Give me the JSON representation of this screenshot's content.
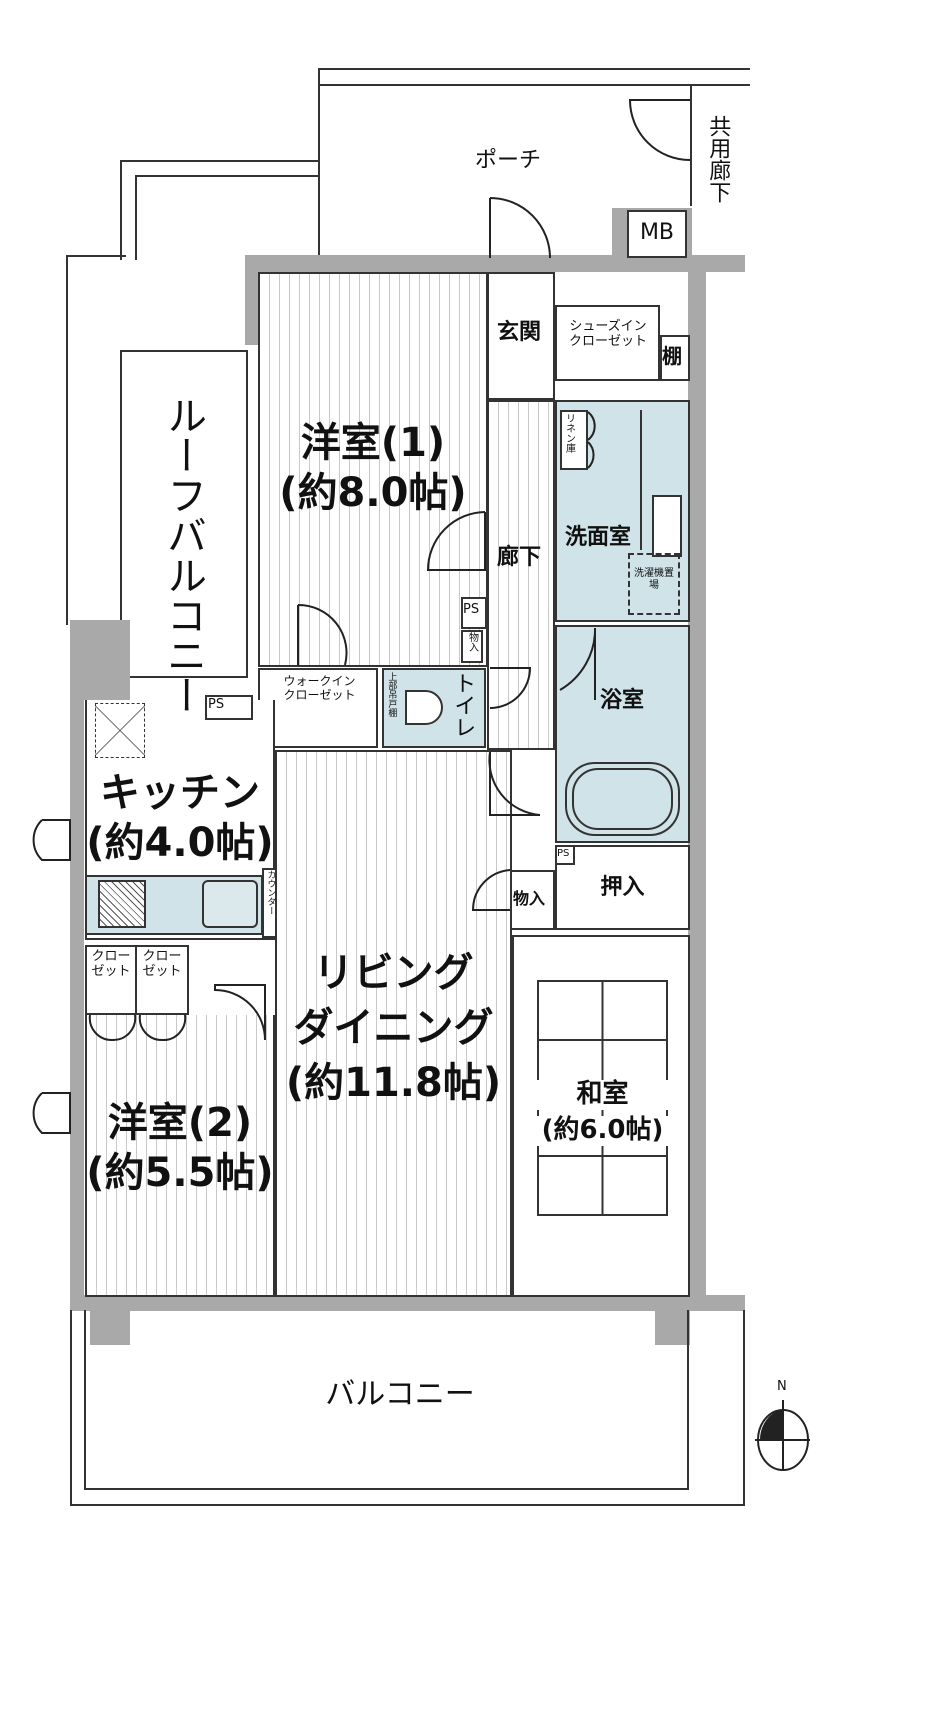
{
  "rooms": {
    "porch": "ポーチ",
    "common_corridor": "共用廊下",
    "mb": "MB",
    "entrance": "玄関",
    "shoe_closet": "シューズイン\nクローゼット",
    "shoe_closet_1": "シューズイン",
    "shoe_closet_2": "クローゼット",
    "shelf": "棚",
    "roof_balcony": "ルーフバルコニー",
    "western1_name": "洋室(1)",
    "western1_size": "(約8.0帖)",
    "corridor": "廊下",
    "linen": "リネン庫",
    "washroom": "洗面室",
    "washer": "洗濯機置場",
    "ps": "PS",
    "storage": "物入",
    "walkin_1": "ウォークイン",
    "walkin_2": "クローゼット",
    "toilet_shelf": "上部吊戸棚",
    "toilet": "トイレ",
    "bath": "浴室",
    "kitchen_name": "キッチン",
    "kitchen_size": "(約4.0帖)",
    "counter": "カウンター",
    "closet_1": "クロー",
    "closet_2": "ゼット",
    "oshiire": "押入",
    "living_1": "リビング",
    "living_2": "ダイニング",
    "living_size": "(約11.8帖)",
    "japanese_name": "和室",
    "japanese_size": "(約6.0帖)",
    "western2_name": "洋室(2)",
    "western2_size": "(約5.5帖)",
    "balcony": "バルコニー"
  },
  "compass": {
    "north": "N"
  },
  "colors": {
    "wall": "#a9a9a9",
    "wet_area": "#cfe3e8",
    "line": "#333333"
  }
}
